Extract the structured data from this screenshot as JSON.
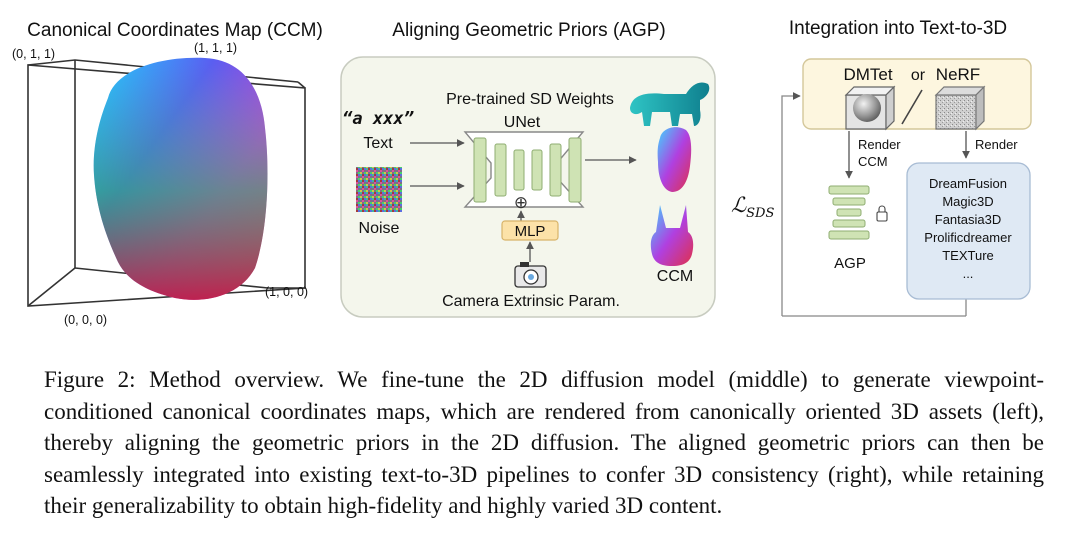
{
  "panels": {
    "ccm": {
      "title": "Canonical Coordinates Map (CCM)",
      "corners": [
        "(0, 1, 1)",
        "(1, 1, 1)",
        "(1, 0, 0)",
        "(0, 0, 0)"
      ]
    },
    "agp": {
      "title": "Aligning Geometric Priors (AGP)",
      "weights_label": "Pre-trained SD Weights",
      "unet_label": "UNet",
      "prompt_text": "“a xxx”",
      "text_label": "Text",
      "noise_label": "Noise",
      "mlp_label": "MLP",
      "camera_label": "Camera Extrinsic Param.",
      "ccm_label": "CCM",
      "plus_symbol": "⊕"
    },
    "integration": {
      "title": "Integration into Text-to-3D",
      "dmtet_label": "DMTet",
      "or_label": "or",
      "nerf_label": "NeRF",
      "render_ccm_line1": "Render",
      "render_ccm_line2": "CCM",
      "render_label": "Render",
      "loss_main": "ℒ",
      "loss_sub": "SDS",
      "agp_label": "AGP",
      "methods": [
        "DreamFusion",
        "Magic3D",
        "Fantasia3D",
        "Prolificdreamer",
        "TEXTure",
        "..."
      ]
    }
  },
  "caption": "Figure 2: Method overview. We fine-tune the 2D diffusion model (middle) to generate viewpoint-conditioned canonical coordinates maps, which are rendered from canonically oriented 3D assets (left), thereby aligning the geometric priors in the 2D diffusion. The aligned geometric priors can then be seamlessly integrated into existing text-to-3D pipelines to confer 3D consistency (right), while retaining their generalizability to obtain high-fidelity and highly varied 3D content.",
  "colors": {
    "panel_bg": "#f4f6ec",
    "unet_green": "#cfe3b4",
    "mlp_fill": "#fce2a8",
    "top_box_fill": "#fdf6df",
    "methods_fill": "#dfe9f4"
  }
}
